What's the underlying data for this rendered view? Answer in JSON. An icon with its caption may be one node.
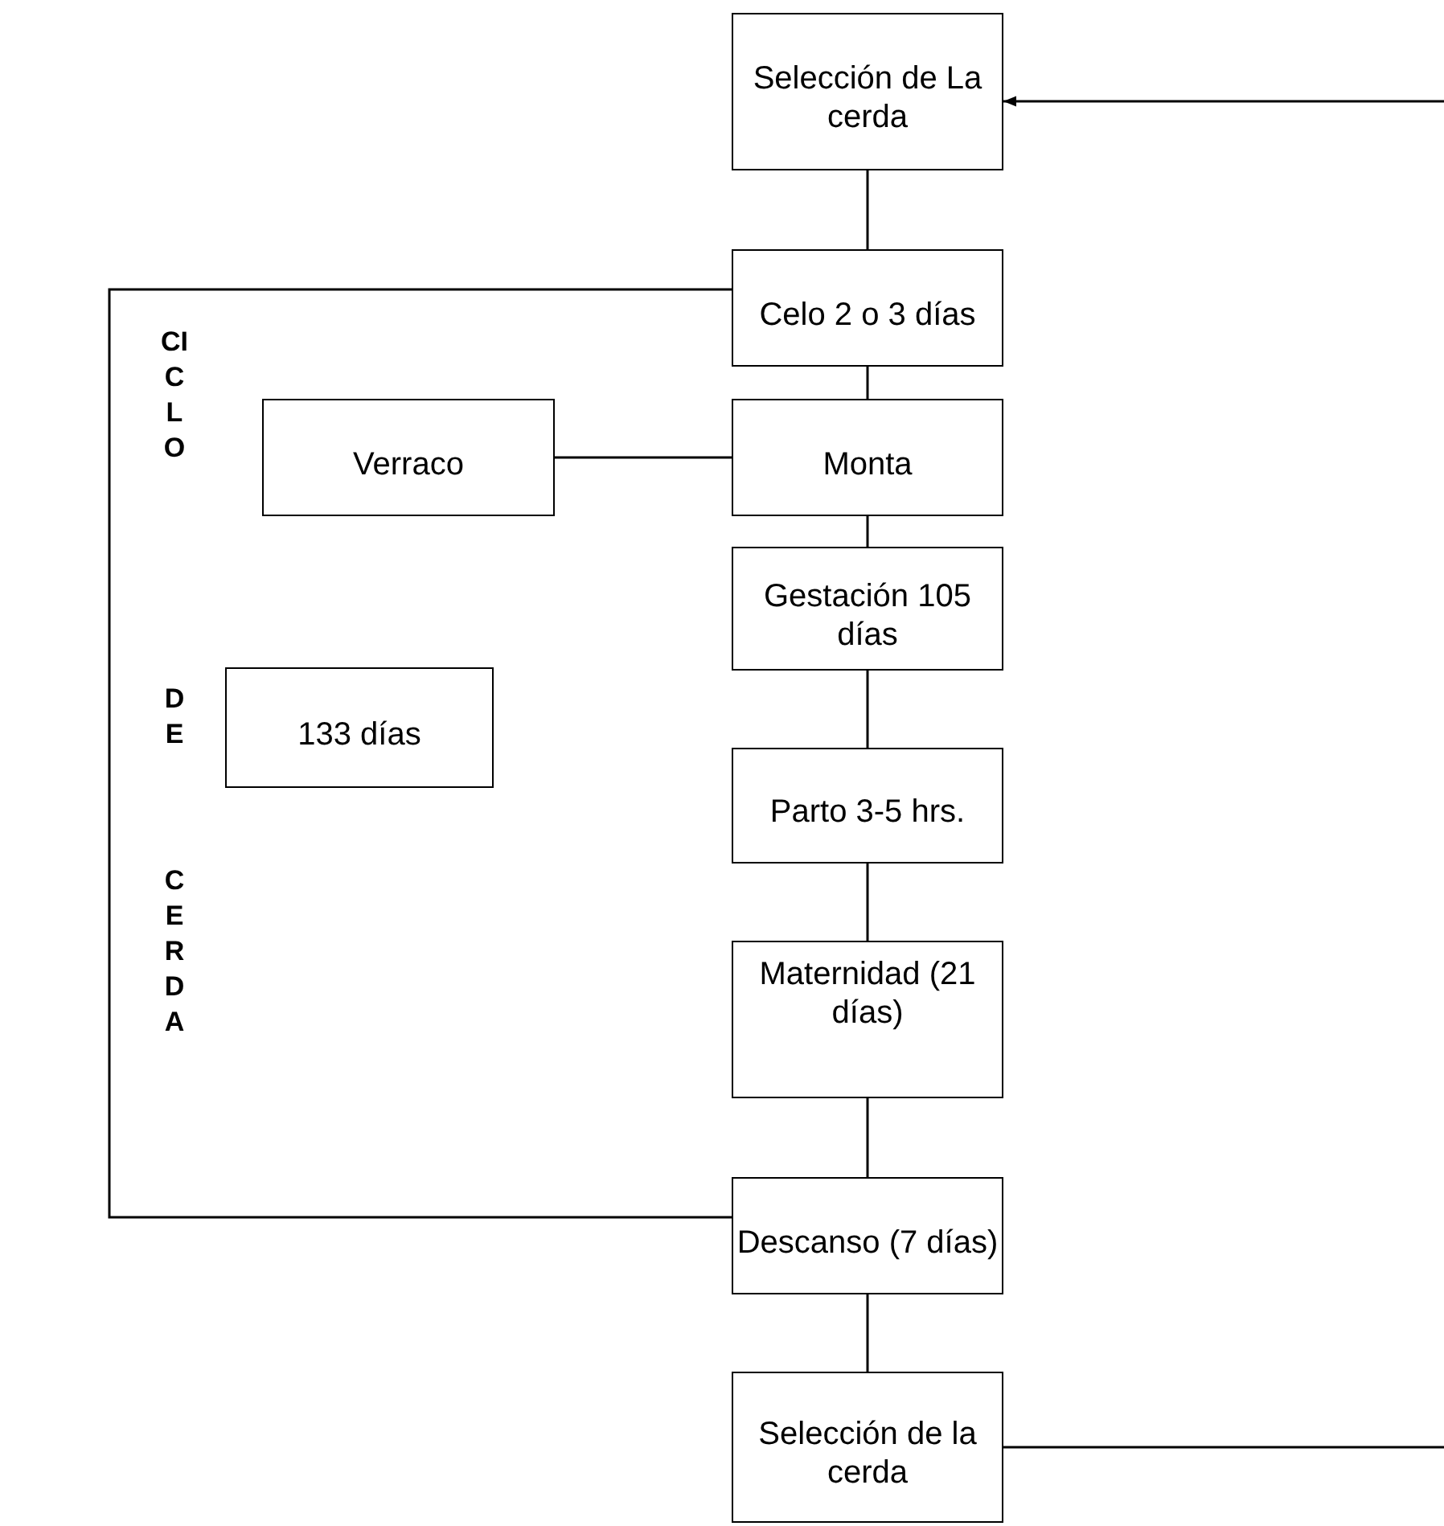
{
  "diagram": {
    "nodes": [
      {
        "text": [
          "Selección de La cerda"
        ]
      },
      {
        "text": [
          "Celo 2 o 3 días"
        ]
      },
      {
        "text": [
          "Verraco"
        ]
      },
      {
        "text": [
          "Monta"
        ]
      },
      {
        "text": [
          "Gestación 105 días"
        ]
      },
      {
        "text": [
          "133 días"
        ]
      },
      {
        "text": [
          "Parto 3-5 hrs."
        ]
      },
      {
        "text": [
          "Maternidad (21 días)"
        ]
      },
      {
        "text": [
          "Descanso (7 días)"
        ]
      },
      {
        "text": [
          "Selección de la cerda"
        ]
      }
    ],
    "edges": [
      {
        "from": null,
        "to": 0,
        "arrow": "to"
      },
      {
        "from": 0,
        "to": 1,
        "arrow": "none"
      },
      {
        "from": 1,
        "to": 3,
        "arrow": "none"
      },
      {
        "from": 2,
        "to": 3,
        "arrow": "none"
      },
      {
        "from": 3,
        "to": 4,
        "arrow": "none"
      },
      {
        "from": 4,
        "to": 6,
        "arrow": "none"
      },
      {
        "from": 6,
        "to": 7,
        "arrow": "none"
      },
      {
        "from": 7,
        "to": 8,
        "arrow": "none"
      },
      {
        "from": 8,
        "to": 9,
        "arrow": "none"
      },
      {
        "from": 1,
        "to": 8,
        "arrow": "none"
      },
      {
        "from": 9,
        "to": null,
        "arrow": "none"
      }
    ],
    "labels": [
      "CICLO",
      "DE",
      "CERDA"
    ]
  }
}
